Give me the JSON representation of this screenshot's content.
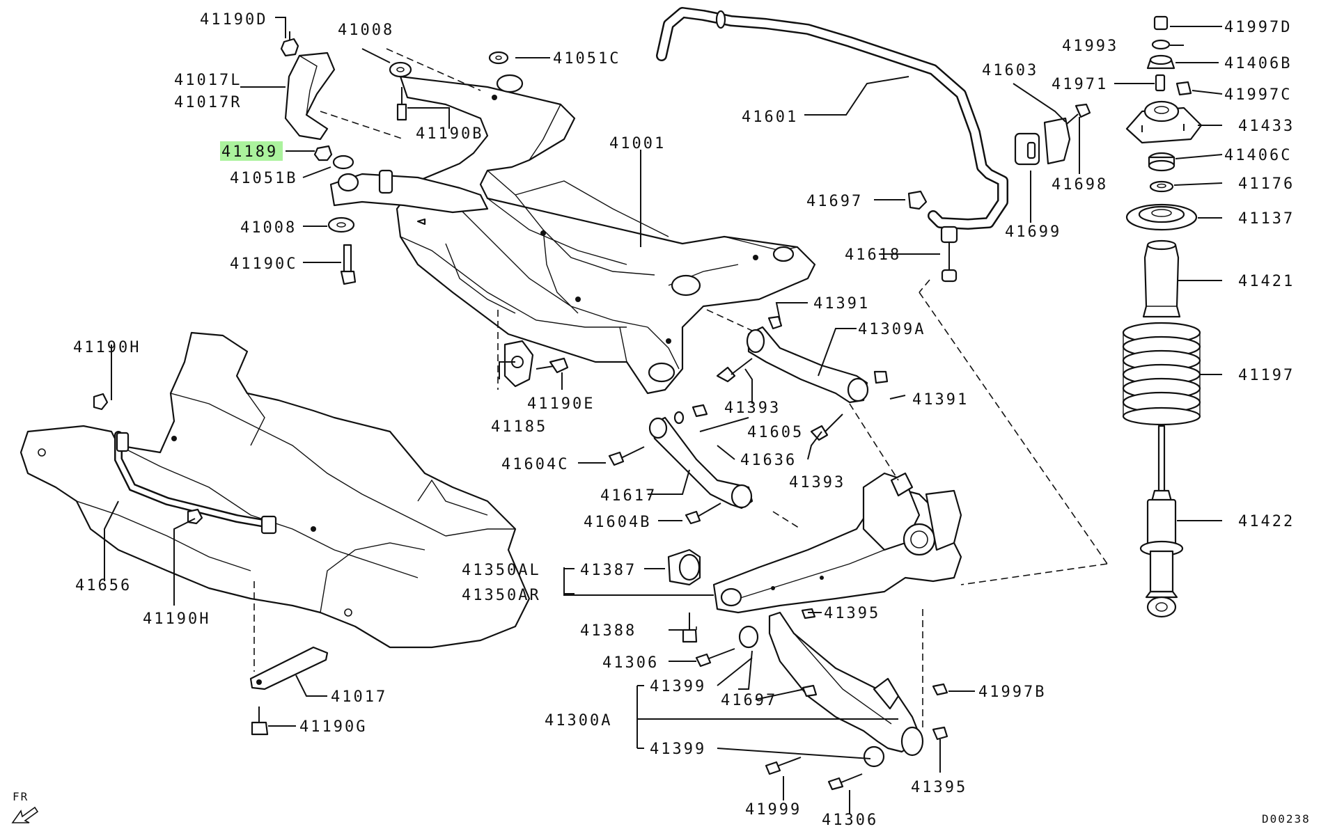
{
  "diagram": {
    "highlighted_part": "41189",
    "labels": [
      {
        "id": "l_41190D",
        "text": "41190D"
      },
      {
        "id": "l_41008a",
        "text": "41008"
      },
      {
        "id": "l_41051C",
        "text": "41051C"
      },
      {
        "id": "l_41017L",
        "text": "41017L"
      },
      {
        "id": "l_41017R",
        "text": "41017R"
      },
      {
        "id": "l_41190B",
        "text": "41190B"
      },
      {
        "id": "l_41189",
        "text": "41189"
      },
      {
        "id": "l_41051B",
        "text": "41051B"
      },
      {
        "id": "l_41008b",
        "text": "41008"
      },
      {
        "id": "l_41190C",
        "text": "41190C"
      },
      {
        "id": "l_41001",
        "text": "41001"
      },
      {
        "id": "l_41601",
        "text": "41601"
      },
      {
        "id": "l_41603",
        "text": "41603"
      },
      {
        "id": "l_41698",
        "text": "41698"
      },
      {
        "id": "l_41697a",
        "text": "41697"
      },
      {
        "id": "l_41699",
        "text": "41699"
      },
      {
        "id": "l_41618",
        "text": "41618"
      },
      {
        "id": "l_41391a",
        "text": "41391"
      },
      {
        "id": "l_41309A",
        "text": "41309A"
      },
      {
        "id": "l_41393a",
        "text": "41393"
      },
      {
        "id": "l_41391b",
        "text": "41391"
      },
      {
        "id": "l_41605",
        "text": "41605"
      },
      {
        "id": "l_41636",
        "text": "41636"
      },
      {
        "id": "l_41393b",
        "text": "41393"
      },
      {
        "id": "l_41190H_top",
        "text": "41190H"
      },
      {
        "id": "l_41190E",
        "text": "41190E"
      },
      {
        "id": "l_41185",
        "text": "41185"
      },
      {
        "id": "l_41604C",
        "text": "41604C"
      },
      {
        "id": "l_41617",
        "text": "41617"
      },
      {
        "id": "l_41604B",
        "text": "41604B"
      },
      {
        "id": "l_41656",
        "text": "41656"
      },
      {
        "id": "l_41190H_bot",
        "text": "41190H"
      },
      {
        "id": "l_41350AL",
        "text": "41350AL"
      },
      {
        "id": "l_41350AR",
        "text": "41350AR"
      },
      {
        "id": "l_41387",
        "text": "41387"
      },
      {
        "id": "l_41388",
        "text": "41388"
      },
      {
        "id": "l_41395a",
        "text": "41395"
      },
      {
        "id": "l_41306a",
        "text": "41306"
      },
      {
        "id": "l_41399a",
        "text": "41399"
      },
      {
        "id": "l_41697b",
        "text": "41697"
      },
      {
        "id": "l_41997B",
        "text": "41997B"
      },
      {
        "id": "l_41300A",
        "text": "41300A"
      },
      {
        "id": "l_41399b",
        "text": "41399"
      },
      {
        "id": "l_41395b",
        "text": "41395"
      },
      {
        "id": "l_41017",
        "text": "41017"
      },
      {
        "id": "l_41190G",
        "text": "41190G"
      },
      {
        "id": "l_41999",
        "text": "41999"
      },
      {
        "id": "l_41306b",
        "text": "41306"
      },
      {
        "id": "l_41997D",
        "text": "41997D"
      },
      {
        "id": "l_41993",
        "text": "41993"
      },
      {
        "id": "l_41406B",
        "text": "41406B"
      },
      {
        "id": "l_41971",
        "text": "41971"
      },
      {
        "id": "l_41997C",
        "text": "41997C"
      },
      {
        "id": "l_41433",
        "text": "41433"
      },
      {
        "id": "l_41406C",
        "text": "41406C"
      },
      {
        "id": "l_41176",
        "text": "41176"
      },
      {
        "id": "l_41137",
        "text": "41137"
      },
      {
        "id": "l_41421",
        "text": "41421"
      },
      {
        "id": "l_41197",
        "text": "41197"
      },
      {
        "id": "l_41422",
        "text": "41422"
      }
    ],
    "direction_marker": "FR",
    "drawing_code": "D00238"
  }
}
